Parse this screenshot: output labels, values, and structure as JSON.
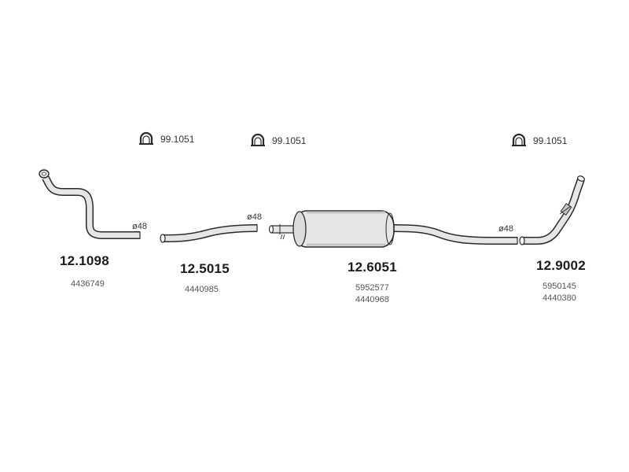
{
  "clamps": [
    {
      "code": "99.1051",
      "icon": "exhaust-clamp-icon"
    },
    {
      "code": "99.1051",
      "icon": "exhaust-clamp-icon"
    },
    {
      "code": "99.1051",
      "icon": "exhaust-clamp-icon"
    }
  ],
  "parts": [
    {
      "number": "12.1098",
      "oe_numbers": [
        "4436749"
      ],
      "diameter": "ø48",
      "kind": "front-pipe"
    },
    {
      "number": "12.5015",
      "oe_numbers": [
        "4440985"
      ],
      "diameter": "ø48",
      "kind": "intermediate-pipe"
    },
    {
      "number": "12.6051",
      "oe_numbers": [
        "5952577",
        "4440968"
      ],
      "diameter": "ø48",
      "kind": "middle-silencer"
    },
    {
      "number": "12.9002",
      "oe_numbers": [
        "5950145",
        "4440380"
      ],
      "diameter": "",
      "kind": "tail-pipe"
    }
  ],
  "colors": {
    "line": "#2a2a2a",
    "fill": "#e6e6e6",
    "shade": "#c4c4c4"
  }
}
